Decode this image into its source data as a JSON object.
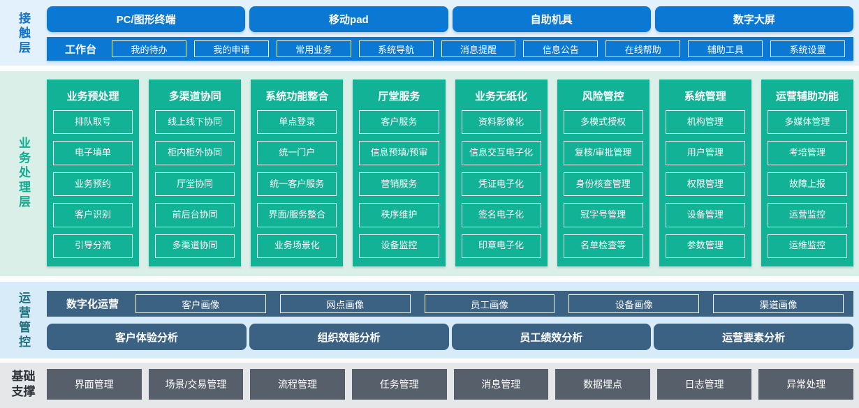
{
  "colors": {
    "blue": "#0b79d4",
    "blue-label": "#1273cd",
    "green": "#12b296",
    "green-label": "#0fae93",
    "slate": "#3b6183",
    "gray-btn": "#57606a",
    "dark-label": "#2e3237",
    "teal-label": "#20707e",
    "bg-contact": "#e3f1fc",
    "bg-process": "#d9efe8",
    "bg-ops": "#d7ecf8",
    "bg-base": "#e6e7e9"
  },
  "contact_layer": {
    "label": "接触层",
    "channels": [
      "PC/图形终端",
      "移动pad",
      "自助机具",
      "数字大屏"
    ],
    "workbench": {
      "label": "工作台",
      "items": [
        "我的待办",
        "我的申请",
        "常用业务",
        "系统导航",
        "消息提醒",
        "信息公告",
        "在线帮助",
        "辅助工具",
        "系统设置"
      ]
    }
  },
  "process_layer": {
    "label": "业务处理层",
    "columns": [
      {
        "title": "业务预处理",
        "items": [
          "排队取号",
          "电子填单",
          "业务预约",
          "客户识别",
          "引导分流"
        ]
      },
      {
        "title": "多渠道协同",
        "items": [
          "线上线下协同",
          "柜内柜外协同",
          "厅堂协同",
          "前后台协同",
          "多渠道协同"
        ]
      },
      {
        "title": "系统功能整合",
        "items": [
          "单点登录",
          "统一门户",
          "统一客户服务",
          "界面/服务整合",
          "业务场景化"
        ]
      },
      {
        "title": "厅堂服务",
        "items": [
          "客户服务",
          "信息预填/预审",
          "营销服务",
          "秩序维护",
          "设备监控"
        ]
      },
      {
        "title": "业务无纸化",
        "items": [
          "资料影像化",
          "信息交互电子化",
          "凭证电子化",
          "签名电子化",
          "印章电子化"
        ]
      },
      {
        "title": "风险管控",
        "items": [
          "多模式授权",
          "复核/审批管理",
          "身份核查管理",
          "冠字号管理",
          "名单检查等"
        ]
      },
      {
        "title": "系统管理",
        "items": [
          "机构管理",
          "用户管理",
          "权限管理",
          "设备管理",
          "参数管理"
        ]
      },
      {
        "title": "运营辅助功能",
        "items": [
          "多媒体管理",
          "考培管理",
          "故障上报",
          "运营监控",
          "运维监控"
        ]
      }
    ]
  },
  "ops_layer": {
    "label": "运营管控",
    "digital_ops": {
      "label": "数字化运营",
      "items": [
        "客户画像",
        "网点画像",
        "员工画像",
        "设备画像",
        "渠道画像"
      ]
    },
    "analysis": [
      "客户体验分析",
      "组织效能分析",
      "员工绩效分析",
      "运营要素分析"
    ]
  },
  "base_layer": {
    "label": "基础支撑",
    "items": [
      "界面管理",
      "场景/交易管理",
      "流程管理",
      "任务管理",
      "消息管理",
      "数据埋点",
      "日志管理",
      "异常处理"
    ]
  }
}
